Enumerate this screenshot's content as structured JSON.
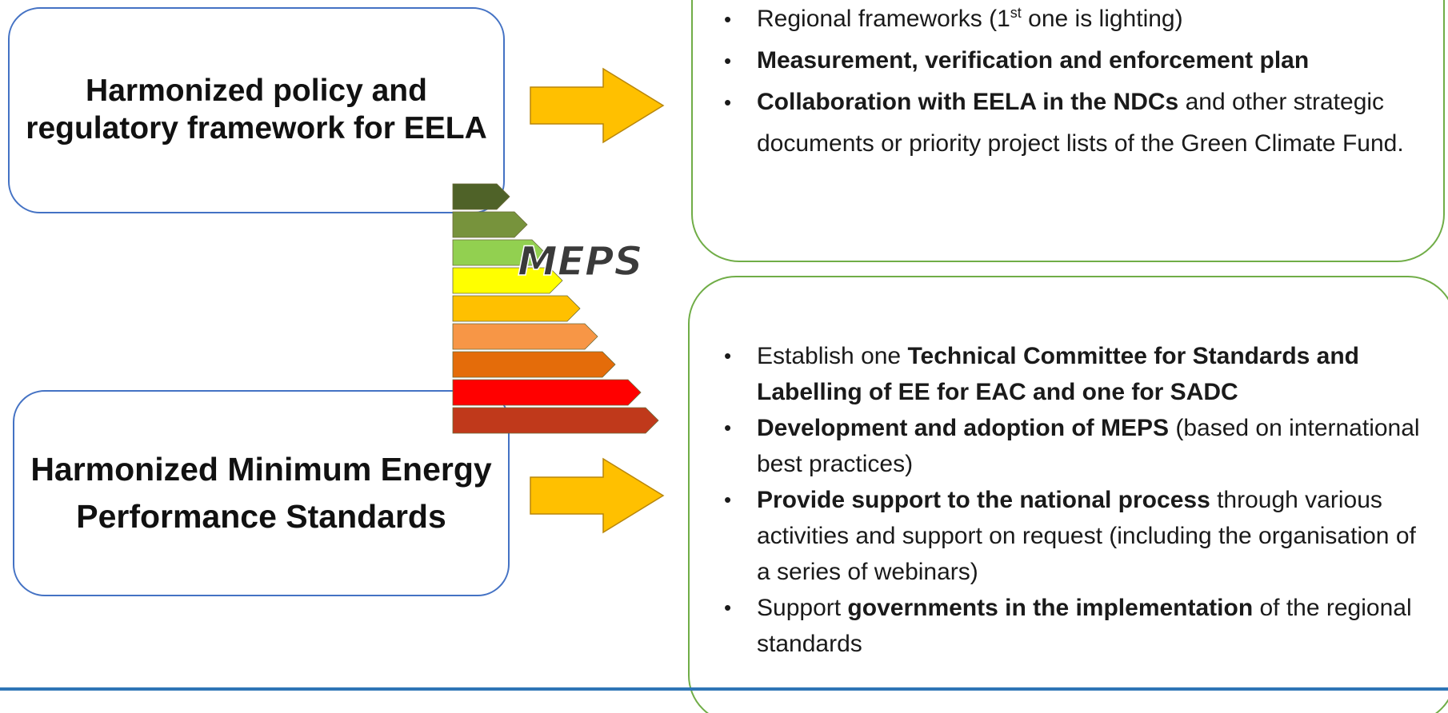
{
  "left_boxes": {
    "policy": {
      "title": "Harmonized policy and regulatory framework for EELA"
    },
    "meps": {
      "title": "Harmonized Minimum Energy Performance Standards"
    }
  },
  "label_graphic": {
    "text": "MEPS",
    "bar_colors": [
      "#4f6228",
      "#77933c",
      "#92d050",
      "#ffff00",
      "#ffc000",
      "#f79646",
      "#e46c0a",
      "#ff0000",
      "#c0391b"
    ]
  },
  "arrow_color": "#ffc000",
  "top_box": {
    "items": [
      {
        "parts": [
          {
            "t": "Regional frameworks (1"
          },
          {
            "t": "st",
            "sup": true
          },
          {
            "t": " one is lighting)"
          }
        ]
      },
      {
        "parts": [
          {
            "t": "Measurement, verification and enforcement plan",
            "b": true
          }
        ]
      },
      {
        "parts": [
          {
            "t": "Collaboration with  EELA in the NDCs",
            "b": true
          },
          {
            "t": " and other strategic documents or priority project lists of the Green Climate Fund."
          }
        ]
      }
    ]
  },
  "bottom_box": {
    "items": [
      {
        "parts": [
          {
            "t": "Establish one "
          },
          {
            "t": "Technical Committee for Standards and Labelling of EE for EAC and one for SADC",
            "b": true
          }
        ]
      },
      {
        "parts": [
          {
            "t": "Development and adoption of MEPS",
            "b": true
          },
          {
            "t": " (based on international best practices)"
          }
        ]
      },
      {
        "parts": [
          {
            "t": "Provide support to the national process",
            "b": true
          },
          {
            "t": " through various activities and support on request (including the organisation of a series of webinars)"
          }
        ]
      },
      {
        "parts": [
          {
            "t": "Support "
          },
          {
            "t": "governments in the implementation",
            "b": true
          },
          {
            "t": " of the regional standards"
          }
        ]
      }
    ]
  }
}
